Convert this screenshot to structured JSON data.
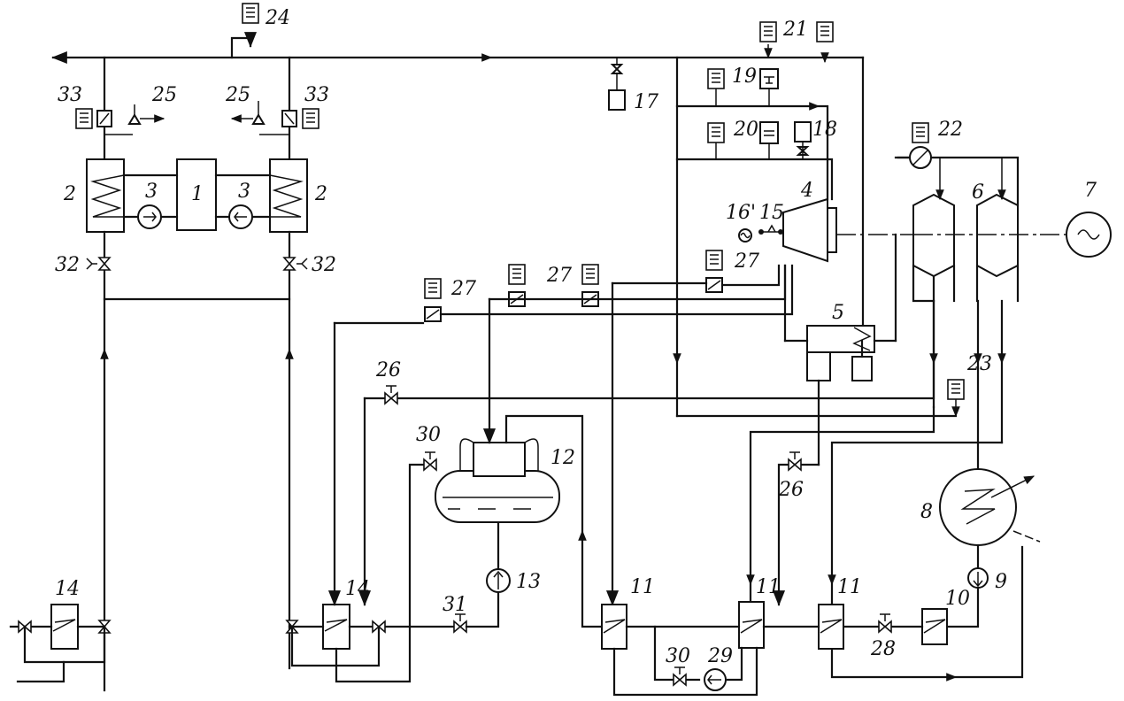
{
  "labels": {
    "l1": "1",
    "l2a": "2",
    "l2b": "2",
    "l3a": "3",
    "l3b": "3",
    "l4": "4",
    "l5": "5",
    "l6": "6",
    "l7": "7",
    "l8": "8",
    "l9": "9",
    "l10": "10",
    "l11a": "11",
    "l11b": "11",
    "l11c": "11",
    "l12": "12",
    "l13": "13",
    "l14a": "14",
    "l14b": "14",
    "l15": "15",
    "l16": "16'",
    "l17": "17",
    "l18": "18",
    "l19": "19",
    "l20": "20",
    "l21": "21",
    "l22": "22",
    "l23": "23",
    "l24": "24",
    "l25a": "25",
    "l25b": "25",
    "l26a": "26",
    "l26b": "26",
    "l27a": "27",
    "l27b": "27",
    "l27c": "27",
    "l28": "28",
    "l29": "29",
    "l30a": "30",
    "l30b": "30",
    "l31": "31",
    "l32a": "32",
    "l32b": "32",
    "l33a": "33",
    "l33b": "33"
  }
}
